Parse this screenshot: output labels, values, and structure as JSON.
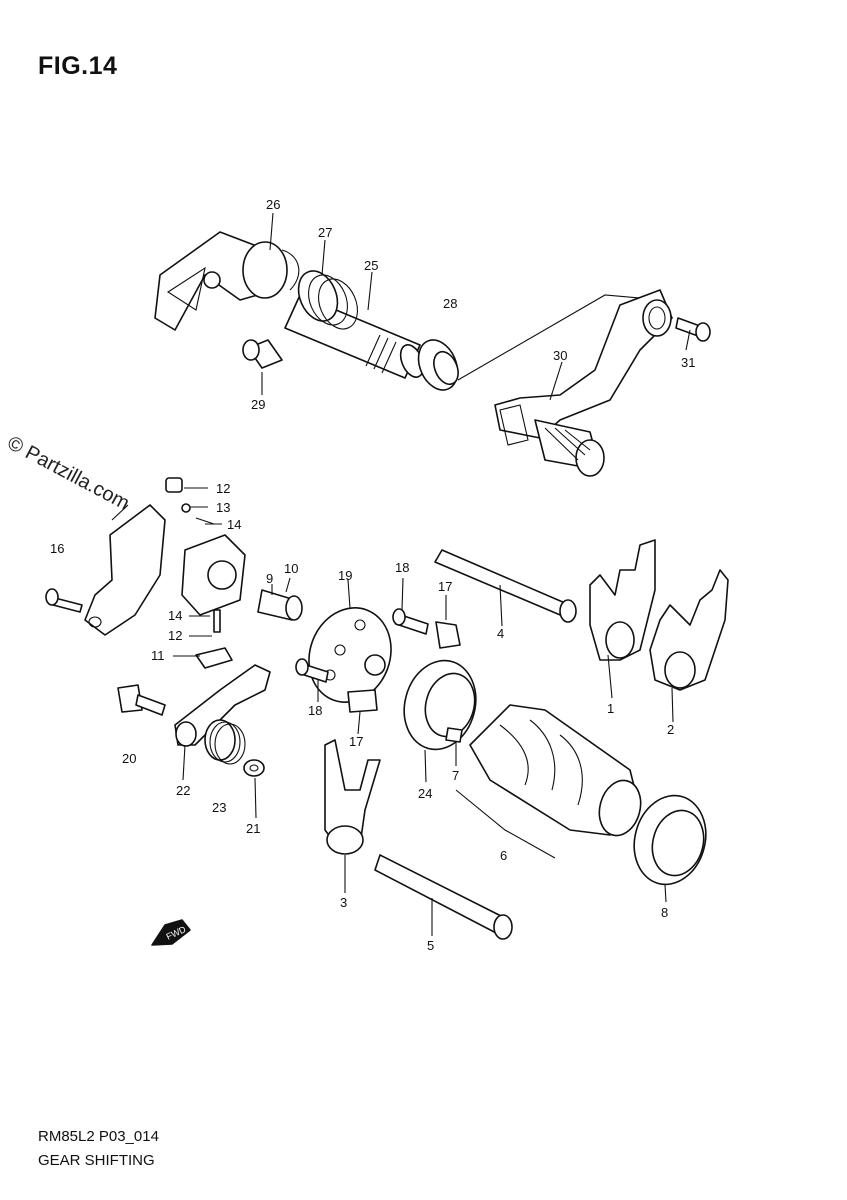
{
  "figure": {
    "title": "FIG.14",
    "watermark": "© Partzilla.com",
    "code": "RM85L2 P03_014",
    "name": "GEAR SHIFTING"
  },
  "parts": [
    {
      "id": "p26",
      "label": "26"
    },
    {
      "id": "p27",
      "label": "27"
    },
    {
      "id": "p25",
      "label": "25"
    },
    {
      "id": "p28",
      "label": "28"
    },
    {
      "id": "p29",
      "label": "29"
    },
    {
      "id": "p30",
      "label": "30"
    },
    {
      "id": "p31",
      "label": "31"
    },
    {
      "id": "p12a",
      "label": "12"
    },
    {
      "id": "p13",
      "label": "13"
    },
    {
      "id": "p14a",
      "label": "14"
    },
    {
      "id": "p16",
      "label": "16"
    },
    {
      "id": "p9",
      "label": "9"
    },
    {
      "id": "p10",
      "label": "10"
    },
    {
      "id": "p19",
      "label": "19"
    },
    {
      "id": "p18a",
      "label": "18"
    },
    {
      "id": "p17a",
      "label": "17"
    },
    {
      "id": "p4",
      "label": "4"
    },
    {
      "id": "p1",
      "label": "1"
    },
    {
      "id": "p2",
      "label": "2"
    },
    {
      "id": "p14b",
      "label": "14"
    },
    {
      "id": "p12b",
      "label": "12"
    },
    {
      "id": "p11",
      "label": "11"
    },
    {
      "id": "p18b",
      "label": "18"
    },
    {
      "id": "p17b",
      "label": "17"
    },
    {
      "id": "p20",
      "label": "20"
    },
    {
      "id": "p22",
      "label": "22"
    },
    {
      "id": "p23",
      "label": "23"
    },
    {
      "id": "p21",
      "label": "21"
    },
    {
      "id": "p24",
      "label": "24"
    },
    {
      "id": "p7",
      "label": "7"
    },
    {
      "id": "p6",
      "label": "6"
    },
    {
      "id": "p8",
      "label": "8"
    },
    {
      "id": "p3",
      "label": "3"
    },
    {
      "id": "p5",
      "label": "5"
    }
  ],
  "icons": {
    "front_arrow": "fwd-arrow-icon"
  }
}
